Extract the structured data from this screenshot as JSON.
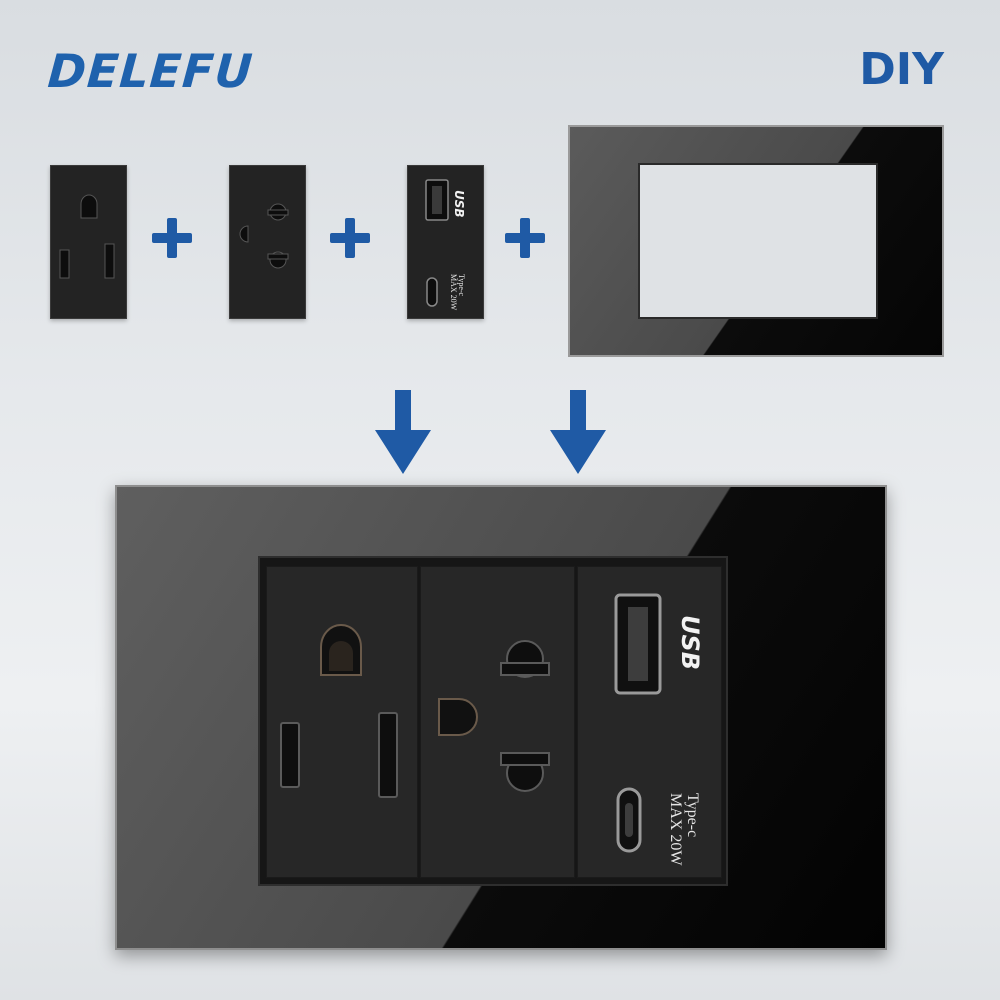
{
  "brand": {
    "logo_text": "DELEFU",
    "tag": "DIY",
    "color": "#1f62ad"
  },
  "modules": [
    {
      "type": "us-socket"
    },
    {
      "type": "universal-socket"
    },
    {
      "type": "usb-typec-charger",
      "usb_label": "USB",
      "typec_label": "Type-c",
      "power_label": "MAX 20W"
    },
    {
      "type": "frame"
    }
  ],
  "assembled": {
    "usb_label": "USB",
    "typec_label": "Type-c",
    "power_label": "MAX 20W"
  },
  "icons": [
    "plus-icon",
    "arrow-down-icon"
  ]
}
